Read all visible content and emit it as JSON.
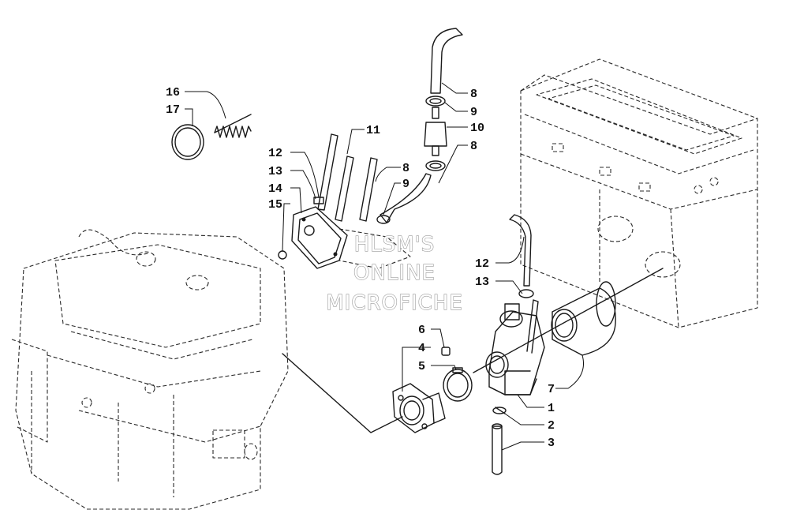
{
  "watermark": {
    "line1": "HLSM'S",
    "line2": "ONLINE",
    "line3": "MICROFICHE"
  },
  "callouts": [
    {
      "id": "c1",
      "label": "1"
    },
    {
      "id": "c2",
      "label": "2"
    },
    {
      "id": "c3",
      "label": "3"
    },
    {
      "id": "c4",
      "label": "4"
    },
    {
      "id": "c5",
      "label": "5"
    },
    {
      "id": "c6",
      "label": "6"
    },
    {
      "id": "c7",
      "label": "7"
    },
    {
      "id": "c8a",
      "label": "8"
    },
    {
      "id": "c8b",
      "label": "8"
    },
    {
      "id": "c8c",
      "label": "8"
    },
    {
      "id": "c9a",
      "label": "9"
    },
    {
      "id": "c9b",
      "label": "9"
    },
    {
      "id": "c10",
      "label": "10"
    },
    {
      "id": "c11",
      "label": "11"
    },
    {
      "id": "c12a",
      "label": "12"
    },
    {
      "id": "c12b",
      "label": "12"
    },
    {
      "id": "c13a",
      "label": "13"
    },
    {
      "id": "c13b",
      "label": "13"
    },
    {
      "id": "c14",
      "label": "14"
    },
    {
      "id": "c15",
      "label": "15"
    },
    {
      "id": "c16",
      "label": "16"
    },
    {
      "id": "c17",
      "label": "17"
    }
  ],
  "colors": {
    "line": "#1a1a1a",
    "background": "#ffffff",
    "watermark_outline": "#9a9a9a"
  }
}
